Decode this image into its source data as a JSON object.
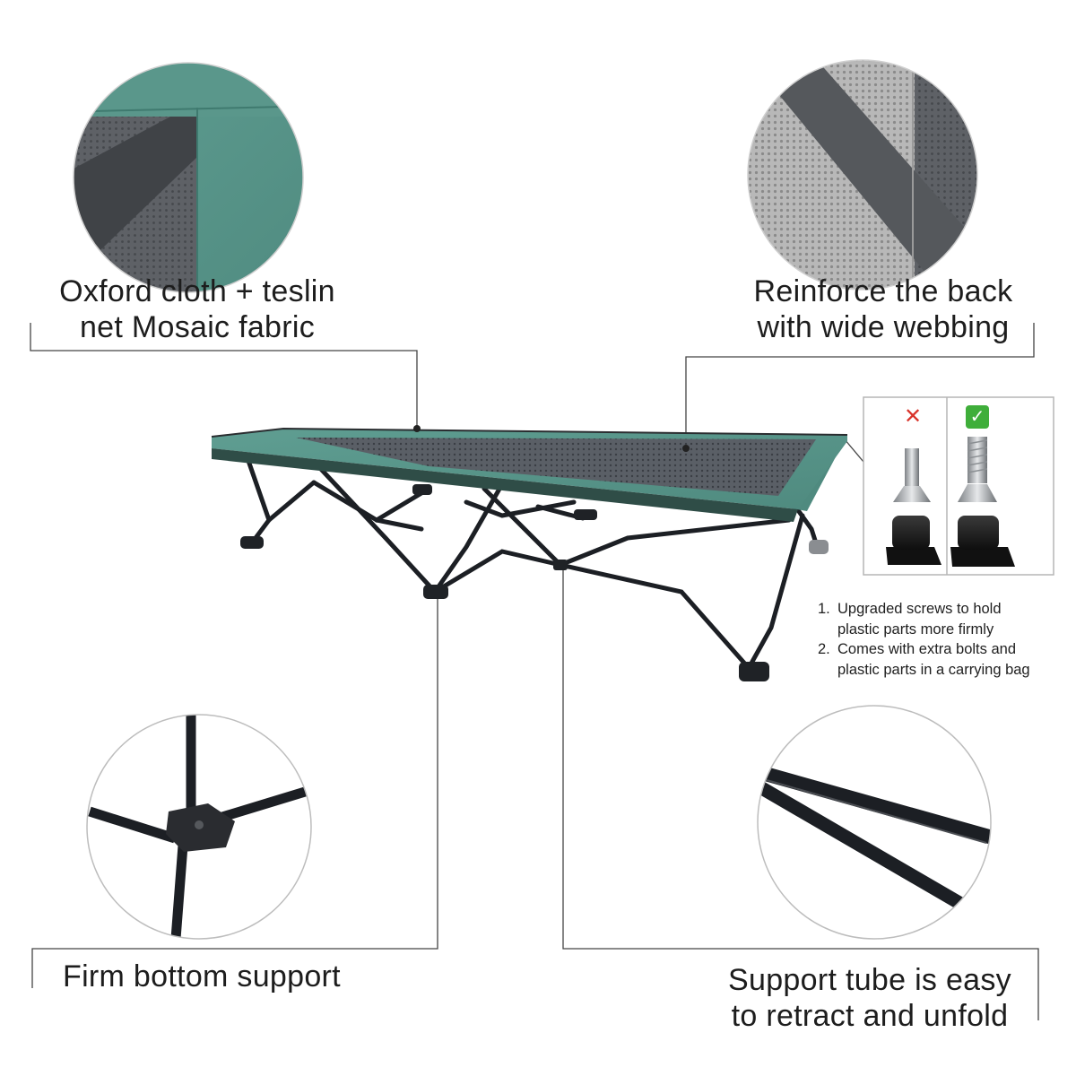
{
  "callouts": {
    "fabric": {
      "line1": "Oxford cloth + teslin",
      "line2": "net Mosaic fabric"
    },
    "webbing": {
      "line1": "Reinforce the back",
      "line2": "with wide webbing"
    },
    "bottom": {
      "line1": "Firm bottom support"
    },
    "tube": {
      "line1": "Support tube is easy",
      "line2": "to retract and unfold"
    }
  },
  "comparison": {
    "wrong_mark": "✕",
    "right_mark": "✓"
  },
  "notes": [
    {
      "num": "1.",
      "line1": "Upgraded screws to hold",
      "line2": "plastic parts more firmly"
    },
    {
      "num": "2.",
      "line1": "Comes with extra bolts and",
      "line2": "plastic parts in a carrying bag"
    }
  ],
  "colors": {
    "fabric_teal": "#5c9a8e",
    "mesh_gray": "#4a4f55",
    "frame_black": "#1c1f24",
    "webbing_gray": "#5a5d61",
    "wrong_red": "#d9342b",
    "right_green": "#3fae3a"
  }
}
